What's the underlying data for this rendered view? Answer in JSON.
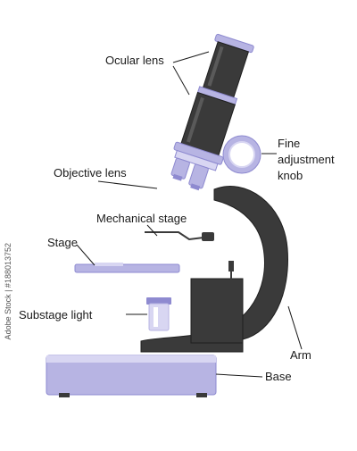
{
  "labels": {
    "ocular_lens": "Ocular lens",
    "fine_adjustment_line1": "Fine",
    "fine_adjustment_line2": "adjustment",
    "fine_adjustment_line3": "knob",
    "objective_lens": "Objective lens",
    "mechanical_stage": "Mechanical stage",
    "stage": "Stage",
    "substage_light": "Substage light",
    "arm": "Arm",
    "base": "Base"
  },
  "watermark": "Adobe Stock | #188013752",
  "colors": {
    "dark_body": "#3a3a3a",
    "dark_outline": "#1f1f1f",
    "lavender": "#b7b4e3",
    "lavender_light": "#d8d6f2",
    "lavender_dark": "#8e8ad0",
    "white": "#ffffff",
    "leader_line": "#1a1a1a"
  }
}
